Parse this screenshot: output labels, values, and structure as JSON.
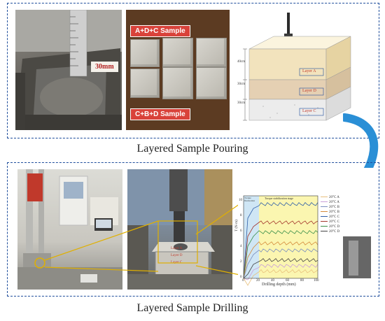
{
  "pouring": {
    "caption": "Layered Sample Pouring",
    "photo1_label": "30mm",
    "photo2_top_label": "A+D+C Sample",
    "photo2_bottom_label": "C+B+D Sample",
    "layer_diagram": {
      "depths": [
        "40cm",
        "30cm",
        "30cm"
      ],
      "layers": [
        "Layer A",
        "Layer D",
        "Layer C"
      ]
    }
  },
  "drilling": {
    "caption": "Layered Sample Drilling",
    "sample_layers": [
      "Layer A",
      "Layer D",
      "Layer C"
    ],
    "chart_header_left": "Torque fluctuation",
    "chart_header_right": "Torque stabilization stage",
    "xlabel": "Drilling depth (mm)",
    "ylabel": "T (N·m)",
    "x_ticks": [
      "0",
      "20",
      "40",
      "60",
      "80",
      "100"
    ],
    "y_ticks": [
      "0",
      "2",
      "4",
      "6",
      "8",
      "10"
    ],
    "legend": [
      "20°C A",
      "20°C A",
      "20°C B",
      "20°C B",
      "20°C C",
      "20°C C",
      "20°C D",
      "20°C D"
    ]
  },
  "colors": {
    "panel_border": "#1f4e9c",
    "arrow": "#2a8fd6",
    "connector": "#e0b000",
    "tag": "#d9423a"
  }
}
